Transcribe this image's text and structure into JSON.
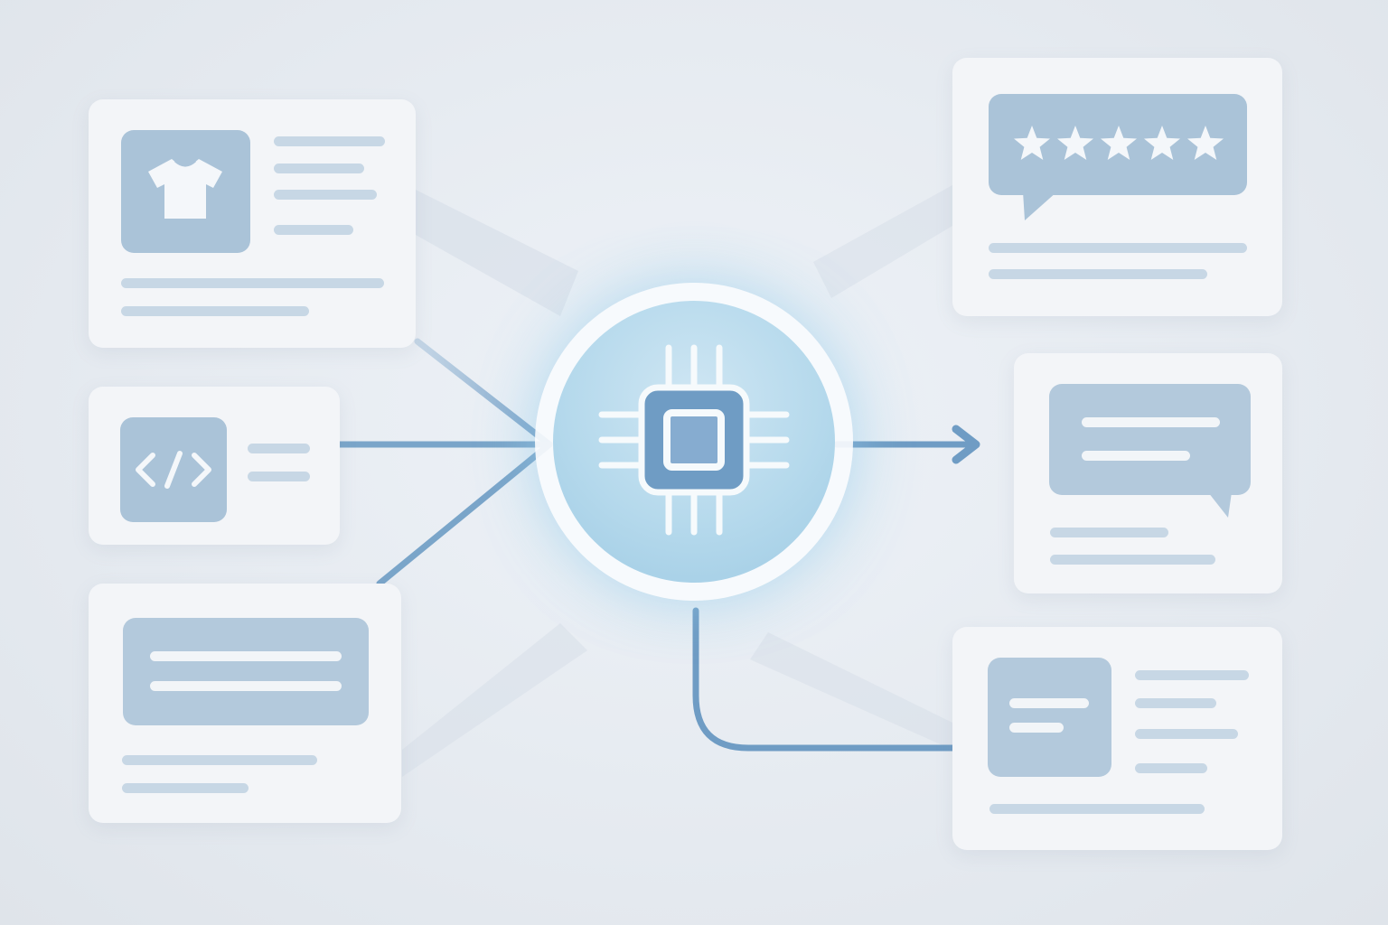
{
  "diagram": {
    "hub": {
      "icon": "cpu-chip-icon"
    },
    "inputs": [
      {
        "name": "product-card",
        "icon": "tshirt-icon"
      },
      {
        "name": "code-card",
        "icon": "code-icon"
      },
      {
        "name": "text-card",
        "icon": "text-block-icon"
      }
    ],
    "outputs": [
      {
        "name": "review-card",
        "icon": "five-star-rating-icon",
        "stars": 5
      },
      {
        "name": "message-card",
        "icon": "chat-bubble-icon"
      },
      {
        "name": "document-card",
        "icon": "document-icon"
      }
    ],
    "colors": {
      "accent": "#6f9cc4",
      "hub_fill": "#b5d9ec",
      "card_bg": "#f3f5f8",
      "placeholder": "#c7d7e5",
      "background": "#e5eaf0"
    }
  }
}
